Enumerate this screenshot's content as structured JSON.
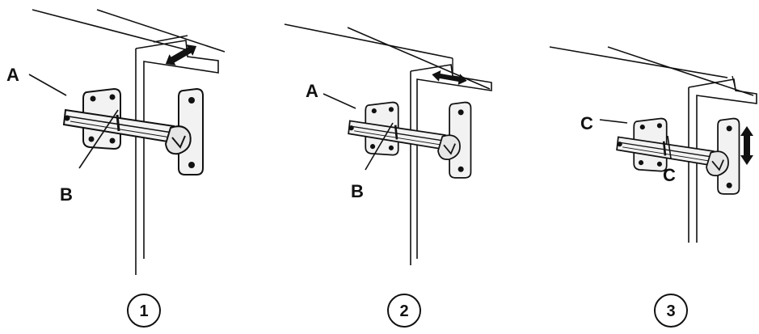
{
  "panels": [
    {
      "step": "1",
      "callouts": [
        "A",
        "B"
      ],
      "arrow_direction": "diagonal"
    },
    {
      "step": "2",
      "callouts": [
        "A",
        "B"
      ],
      "arrow_direction": "horizontal"
    },
    {
      "step": "3",
      "callouts": [
        "C",
        "C"
      ],
      "arrow_direction": "vertical"
    }
  ],
  "colors": {
    "ink": "#111111",
    "plate": "#f2f2f2",
    "background": "#ffffff"
  }
}
